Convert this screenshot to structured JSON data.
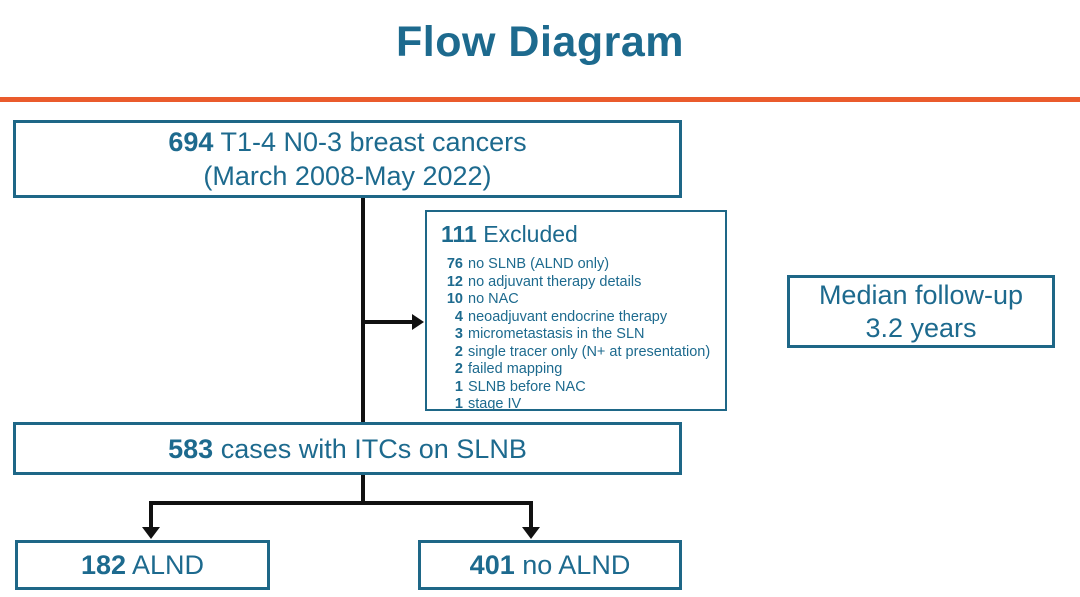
{
  "page": {
    "title": "Flow Diagram"
  },
  "colors": {
    "teal_text": "#1d6a8e",
    "teal_border": "#1e6787",
    "orange_divider": "#ea5b2c",
    "connector_black": "#111111"
  },
  "boxes": {
    "cohort": {
      "number": "694",
      "text": "T1-4 N0-3 breast cancers",
      "line2": "(March 2008-May 2022)"
    },
    "excluded": {
      "number": "111",
      "label": "Excluded",
      "items": [
        {
          "n": "76",
          "text": "no SLNB (ALND only)"
        },
        {
          "n": "12",
          "text": "no adjuvant therapy details"
        },
        {
          "n": "10",
          "text": "no NAC"
        },
        {
          "n": "4",
          "text": "neoadjuvant endocrine therapy"
        },
        {
          "n": "3",
          "text": "micrometastasis in the SLN"
        },
        {
          "n": "2",
          "text": "single tracer only (N+ at presentation)"
        },
        {
          "n": "2",
          "text": "failed mapping"
        },
        {
          "n": "1",
          "text": "SLNB before NAC"
        },
        {
          "n": "1",
          "text": "stage IV"
        }
      ]
    },
    "followup": {
      "line1": "Median follow-up",
      "line2": "3.2 years"
    },
    "itc": {
      "number": "583",
      "text": "cases with ITCs on SLNB"
    },
    "alnd": {
      "number": "182",
      "text": "ALND"
    },
    "no_alnd": {
      "number": "401",
      "text": "no ALND"
    }
  }
}
